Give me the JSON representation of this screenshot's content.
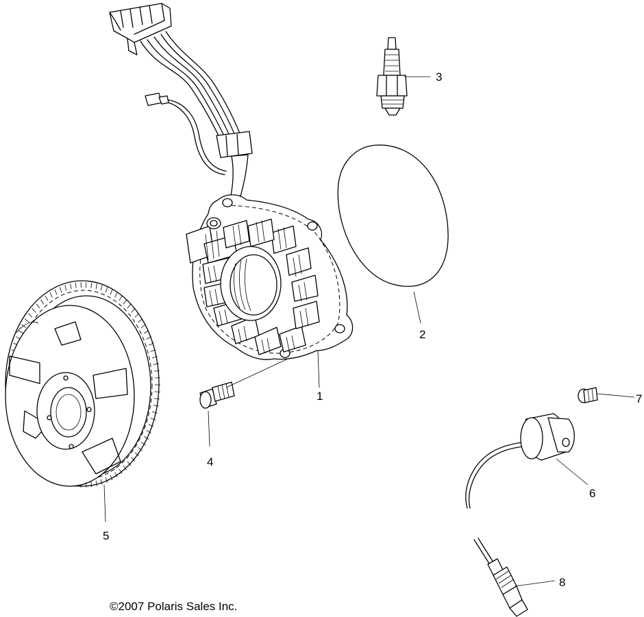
{
  "callouts": [
    {
      "id": "1",
      "label": "1"
    },
    {
      "id": "2",
      "label": "2"
    },
    {
      "id": "3",
      "label": "3"
    },
    {
      "id": "4",
      "label": "4"
    },
    {
      "id": "5",
      "label": "5"
    },
    {
      "id": "6",
      "label": "6"
    },
    {
      "id": "7",
      "label": "7"
    },
    {
      "id": "8",
      "label": "8"
    }
  ],
  "copyright": "©2007 Polaris Sales Inc."
}
